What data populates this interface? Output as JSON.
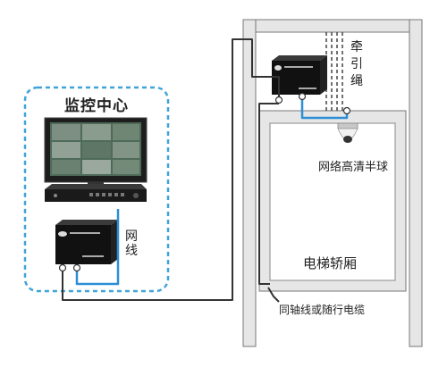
{
  "labels": {
    "monitor_center": "监控中心",
    "network_cable": "网线",
    "traction_rope": "牵引绳",
    "dome_camera": "网络高清半球",
    "elevator_car": "电梯轿厢",
    "cable_note": "同轴线或随行电缆"
  },
  "colors": {
    "dashed_box": "#3fa3d8",
    "network_line": "#2b8fd6",
    "shaft_fill": "#e6e6e6",
    "shaft_stroke": "#777777",
    "coax_line": "#333333"
  },
  "icons": [
    "monitor-icon",
    "dvr-icon",
    "transceiver-icon",
    "dome-camera-icon"
  ]
}
